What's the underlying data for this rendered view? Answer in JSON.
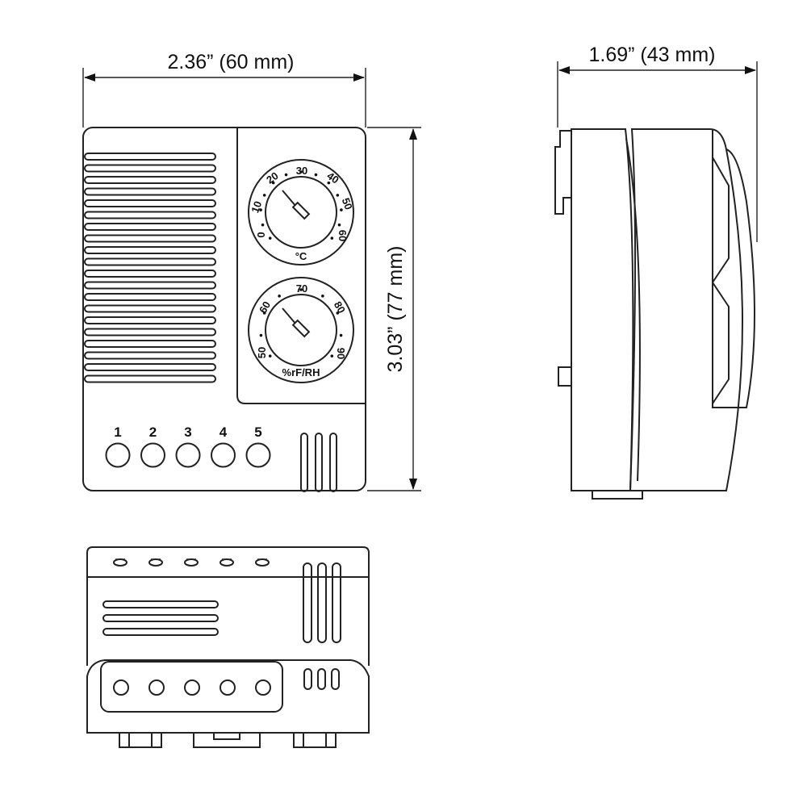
{
  "dimensions": {
    "width": "2.36” (60 mm)",
    "height": "3.03” (77 mm)",
    "depth": "1.69” (43 mm)"
  },
  "terminals": [
    "1",
    "2",
    "3",
    "4",
    "5"
  ],
  "temperature_dial": {
    "scale": [
      "0",
      "10",
      "20",
      "30",
      "40",
      "50",
      "60"
    ],
    "unit": "°C"
  },
  "humidity_dial": {
    "scale": [
      "50",
      "60",
      "70",
      "80",
      "90"
    ],
    "unit": "%rF/RH"
  }
}
